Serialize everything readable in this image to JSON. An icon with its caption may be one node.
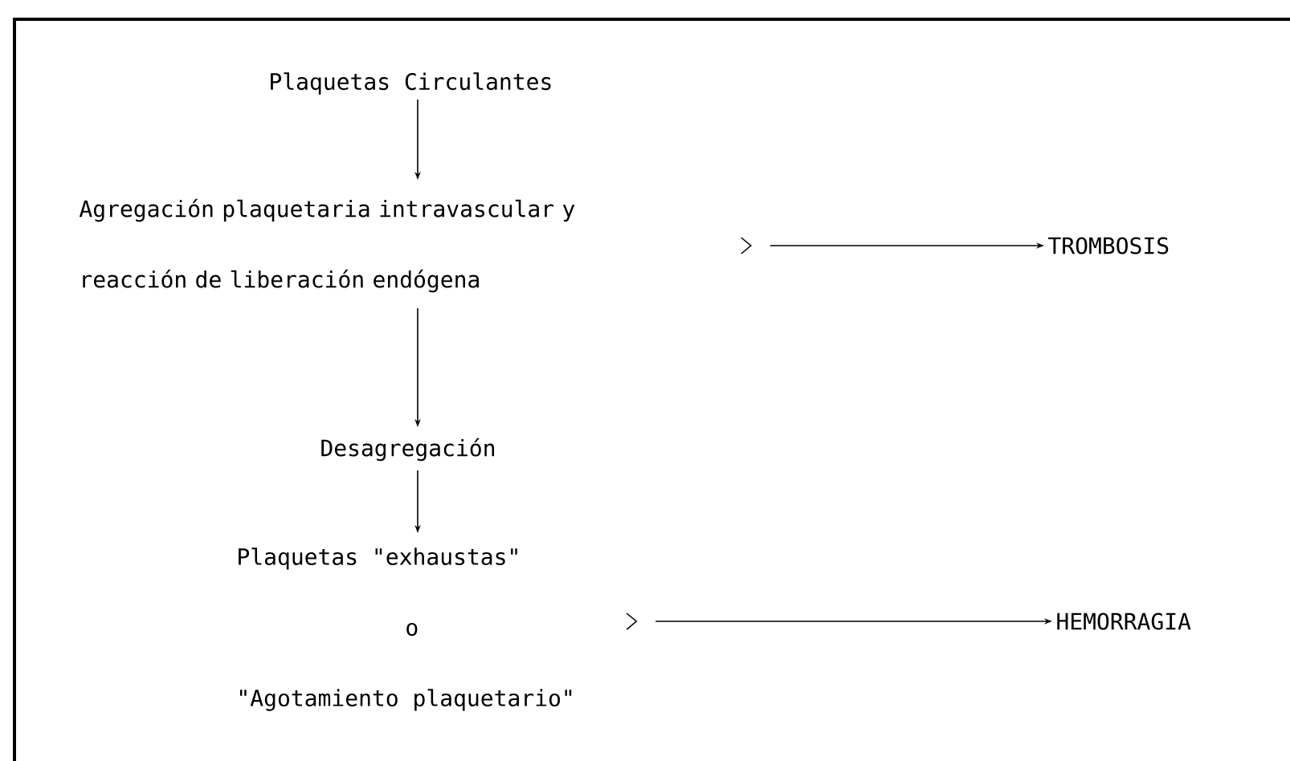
{
  "diagram": {
    "nodes": [
      {
        "text": [
          "Plaquetas Circulantes"
        ]
      },
      {
        "text": [
          "Agregación plaquetaria intravascular y reacción de liberación endógena"
        ]
      },
      {
        "text": [
          "TROMBOSIS"
        ]
      },
      {
        "text": [
          "Desagregación"
        ]
      },
      {
        "text": [
          "Plaquetas \"exhaustas\"",
          "o",
          "\"Agotamiento plaquetario\""
        ]
      },
      {
        "text": [
          "HEMORRAGIA"
        ]
      }
    ],
    "edges": [
      {
        "from": 0,
        "to": 1,
        "arrow": "to"
      },
      {
        "from": 1,
        "to": 2,
        "arrow": "to"
      },
      {
        "from": 1,
        "to": 3,
        "arrow": "to"
      },
      {
        "from": 3,
        "to": 4,
        "arrow": "to"
      },
      {
        "from": 4,
        "to": 5,
        "arrow": "to"
      }
    ]
  }
}
